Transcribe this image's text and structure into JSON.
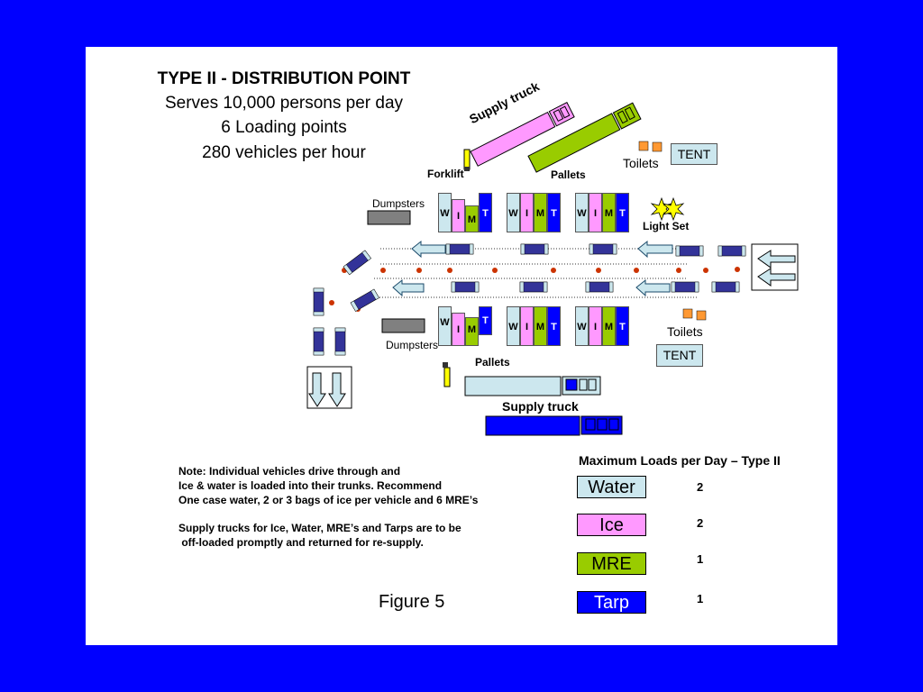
{
  "title": {
    "line1": "TYPE II - DISTRIBUTION POINT",
    "line2": "Serves 10,000 persons per day",
    "line3": "6 Loading points",
    "line4": "280 vehicles per hour"
  },
  "labels": {
    "supply_truck_top": "Supply truck",
    "supply_truck_bottom": "Supply truck",
    "forklift": "Forklift",
    "pallets_top": "Pallets",
    "pallets_bottom": "Pallets",
    "toilets_top": "Toilets",
    "toilets_bottom": "Toilets",
    "tent_top": "TENT",
    "tent_bottom": "TENT",
    "dumpsters_top": "Dumpsters",
    "dumpsters_bottom": "Dumpsters",
    "light_set": "Light Set"
  },
  "station_letters": {
    "w": "W",
    "i": "I",
    "m": "M",
    "t": "T"
  },
  "note": {
    "line1": "Note: Individual vehicles drive through and",
    "line2": "Ice & water is loaded into their trunks.  Recommend",
    "line3": "One case water, 2 or 3 bags of ice per vehicle and 6 MRE’s",
    "line4": "Supply trucks for Ice, Water, MRE’s and Tarps are to be",
    "line5": " off-loaded promptly and returned for re-supply."
  },
  "figure_label": "Figure 5",
  "max_loads": {
    "title": "Maximum Loads per Day – Type II",
    "items": [
      {
        "label": "Water",
        "value": "2",
        "color": "#cce7ee"
      },
      {
        "label": "Ice",
        "value": "2",
        "color": "#ff99ff"
      },
      {
        "label": "MRE",
        "value": "1",
        "color": "#99cc00"
      },
      {
        "label": "Tarp",
        "value": "1",
        "color": "#0000ff"
      }
    ]
  },
  "colors": {
    "background": "#0000ff",
    "water": "#cce7ee",
    "ice": "#ff99ff",
    "mre": "#99cc00",
    "tarp": "#0000ff",
    "vehicle": "#333399",
    "cone": "#cc3300",
    "tent_fill": "#cce7ee",
    "toilet": "#ff9933",
    "forklift": "#ffff00"
  }
}
